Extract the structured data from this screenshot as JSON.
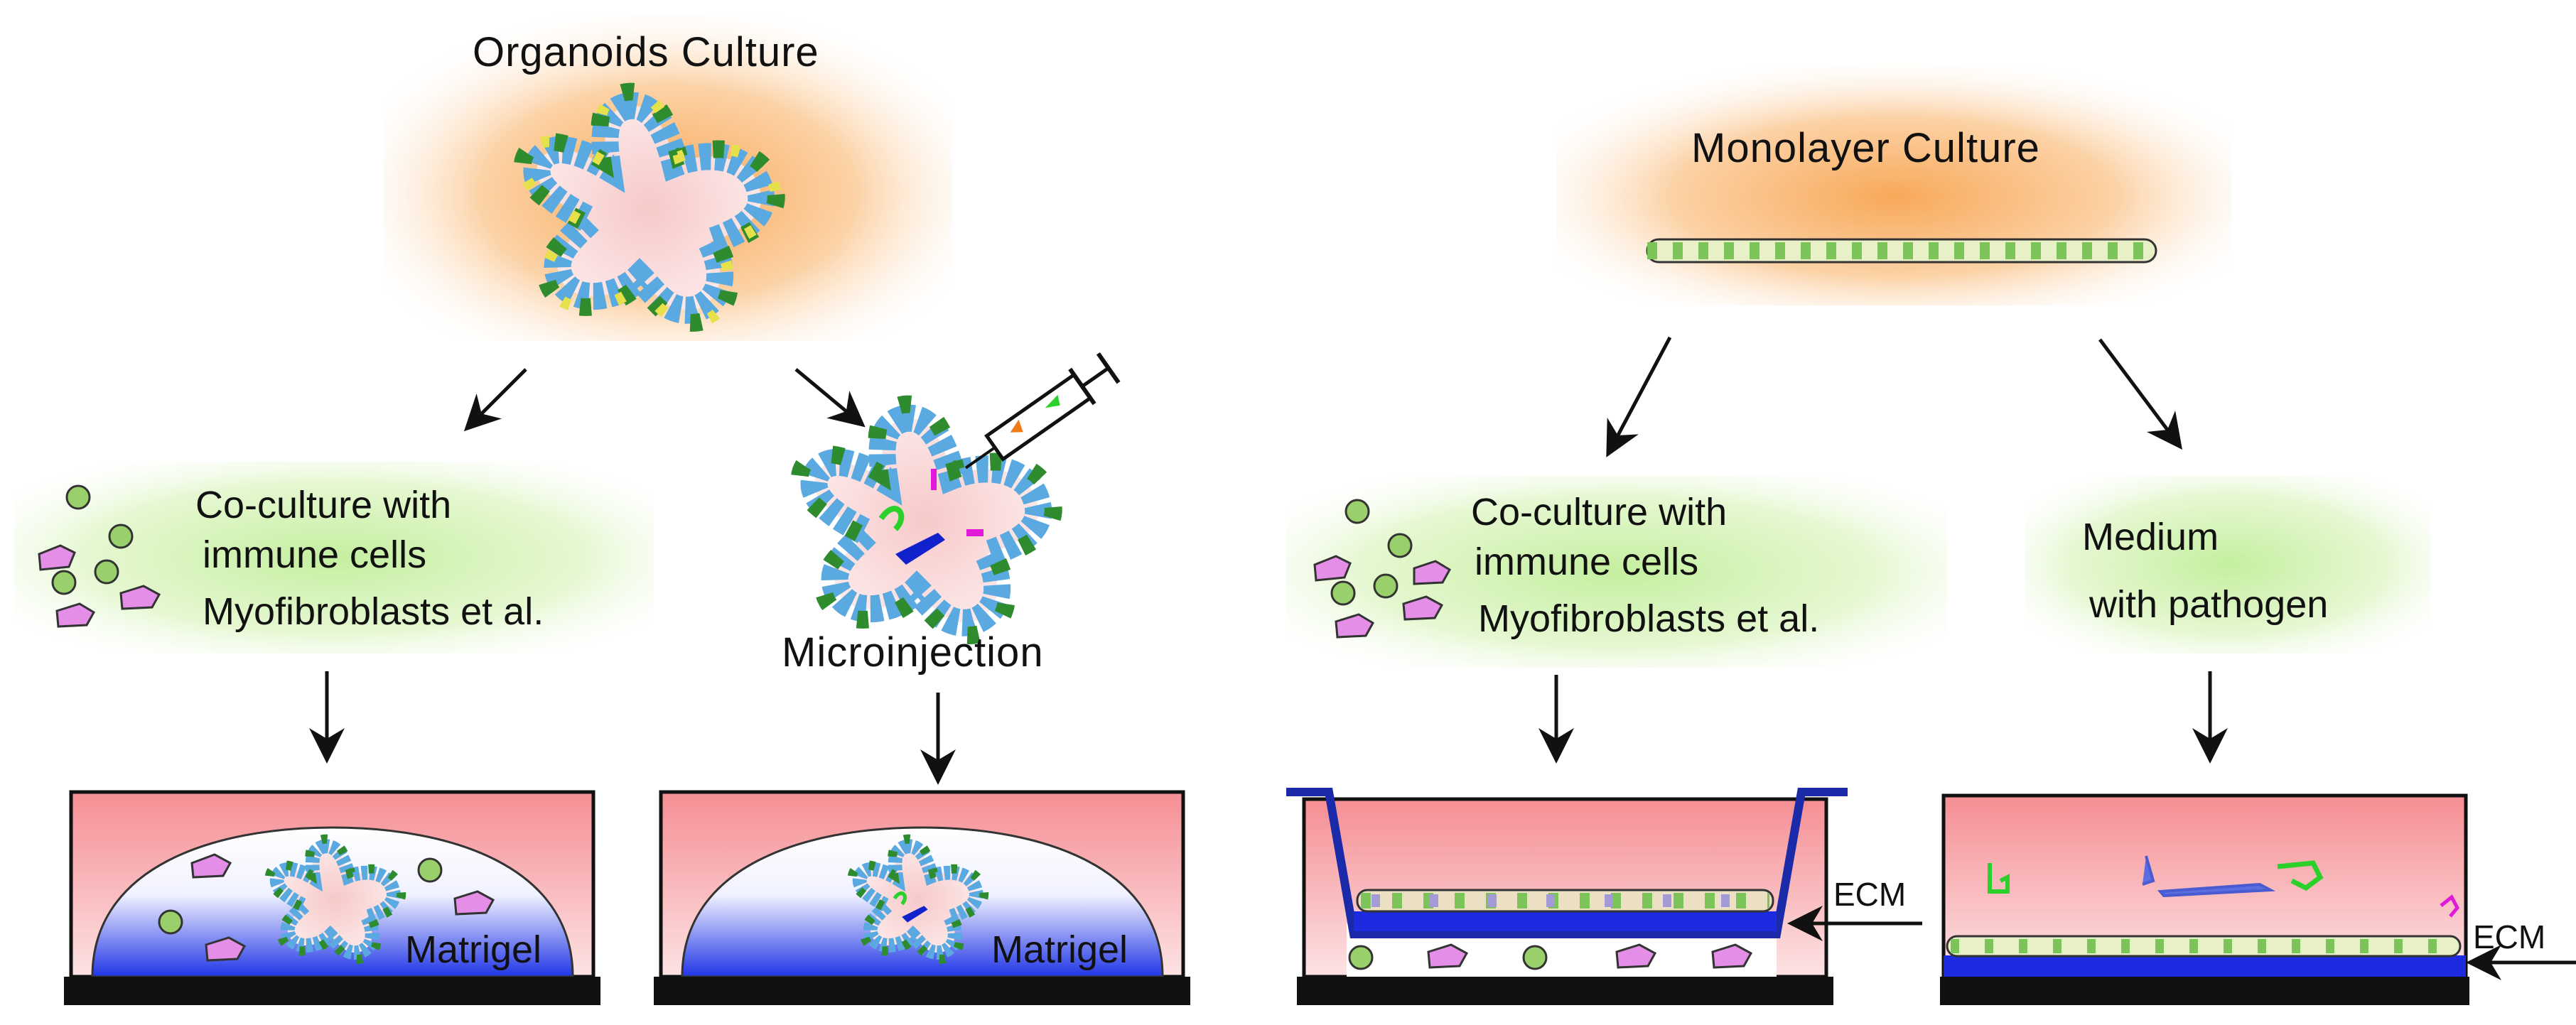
{
  "diagram": {
    "organoids_title": "Organoids Culture",
    "monolayer_title": "Monolayer Culture",
    "coculture_left": {
      "line1": "Co-culture with",
      "line2": "immune cells",
      "line3": "Myofibroblasts et al."
    },
    "microinjection": "Microinjection",
    "coculture_right": {
      "line1": "Co-culture with",
      "line2": "immune cells",
      "line3": "Myofibroblasts et al."
    },
    "medium": {
      "line1": "Medium",
      "line2": "with pathogen"
    },
    "matrigel_left": "Matrigel",
    "matrigel_right": "Matrigel",
    "ecm_transwell": "ECM",
    "ecm_pathogen": "ECM"
  },
  "colors": {
    "orange_glow": "#fbb77a",
    "green_glow": "#d8f5b8",
    "medium_pink": "#f59aa0",
    "matrigel_blue": "#2a3fe0",
    "base_black": "#111111",
    "transwell_blue": "#1a2aa8"
  },
  "icons": [
    "organoid-star-icon",
    "monolayer-strip-icon",
    "syringe-icon",
    "immune-cell-icon",
    "myofibroblast-icon",
    "pathogen-icon",
    "arrow-icon"
  ]
}
